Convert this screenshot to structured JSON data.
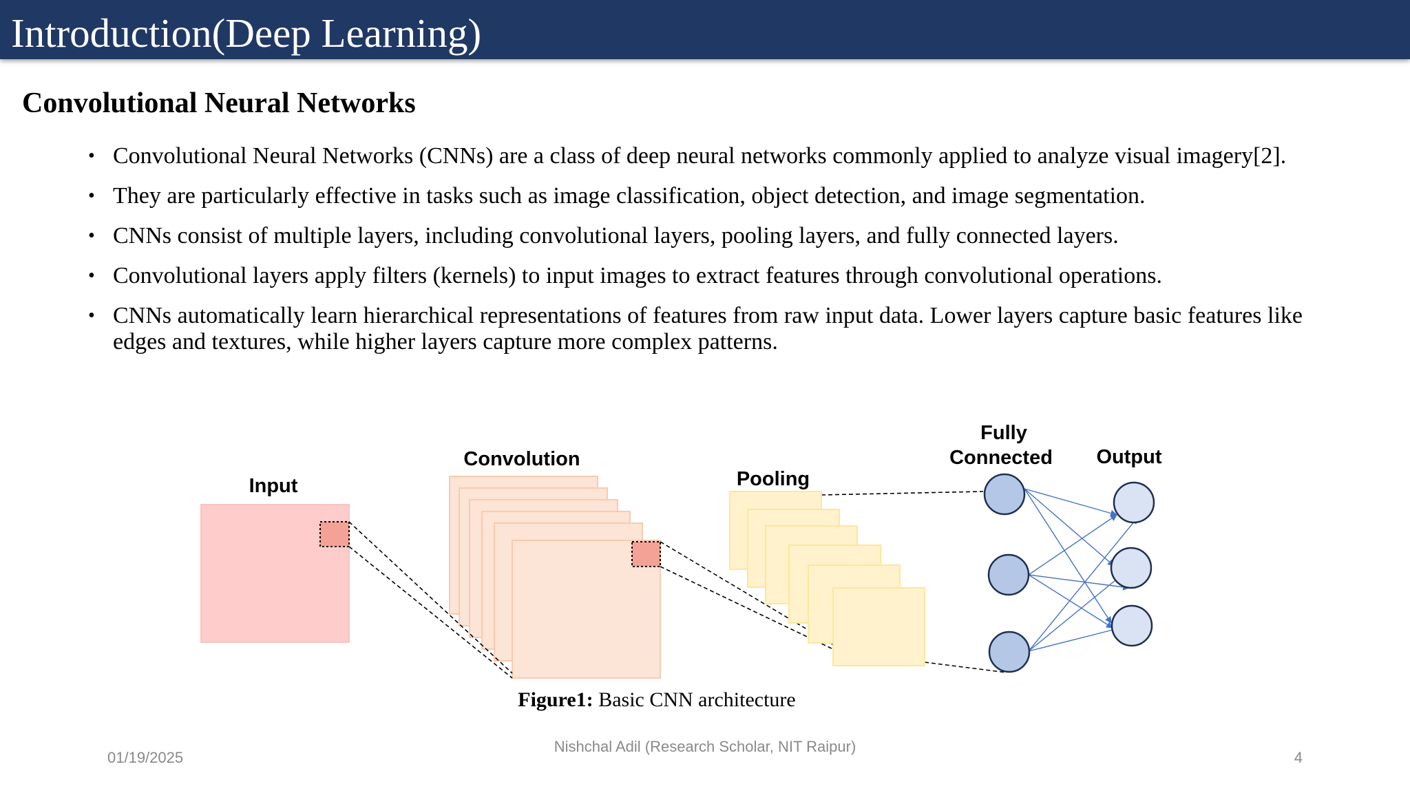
{
  "header": {
    "title": "Introduction(Deep Learning)"
  },
  "section": {
    "heading": "Convolutional Neural Networks"
  },
  "bullets": [
    "Convolutional Neural Networks (CNNs) are a class of deep neural networks commonly applied to analyze visual imagery[2].",
    "They are particularly effective in tasks such as image classification, object detection, and image segmentation.",
    "CNNs consist of multiple layers, including convolutional layers, pooling layers, and fully connected layers.",
    "Convolutional layers apply filters (kernels) to input images to extract features through convolutional operations.",
    "CNNs automatically learn hierarchical representations of features from raw input data. Lower layers capture basic features like edges and textures, while higher layers capture more complex patterns."
  ],
  "diagram": {
    "input_label": "Input",
    "convolution_label": "Convolution",
    "pooling_label": "Pooling",
    "fc_label_line1": "Fully",
    "fc_label_line2": "Connected",
    "output_label": "Output"
  },
  "figure": {
    "caption_bold": "Figure1:",
    "caption_text": " Basic CNN architecture"
  },
  "footer": {
    "date": "01/19/2025",
    "author": "Nishchal Adil (Research Scholar, NIT Raipur)",
    "page": "4"
  }
}
